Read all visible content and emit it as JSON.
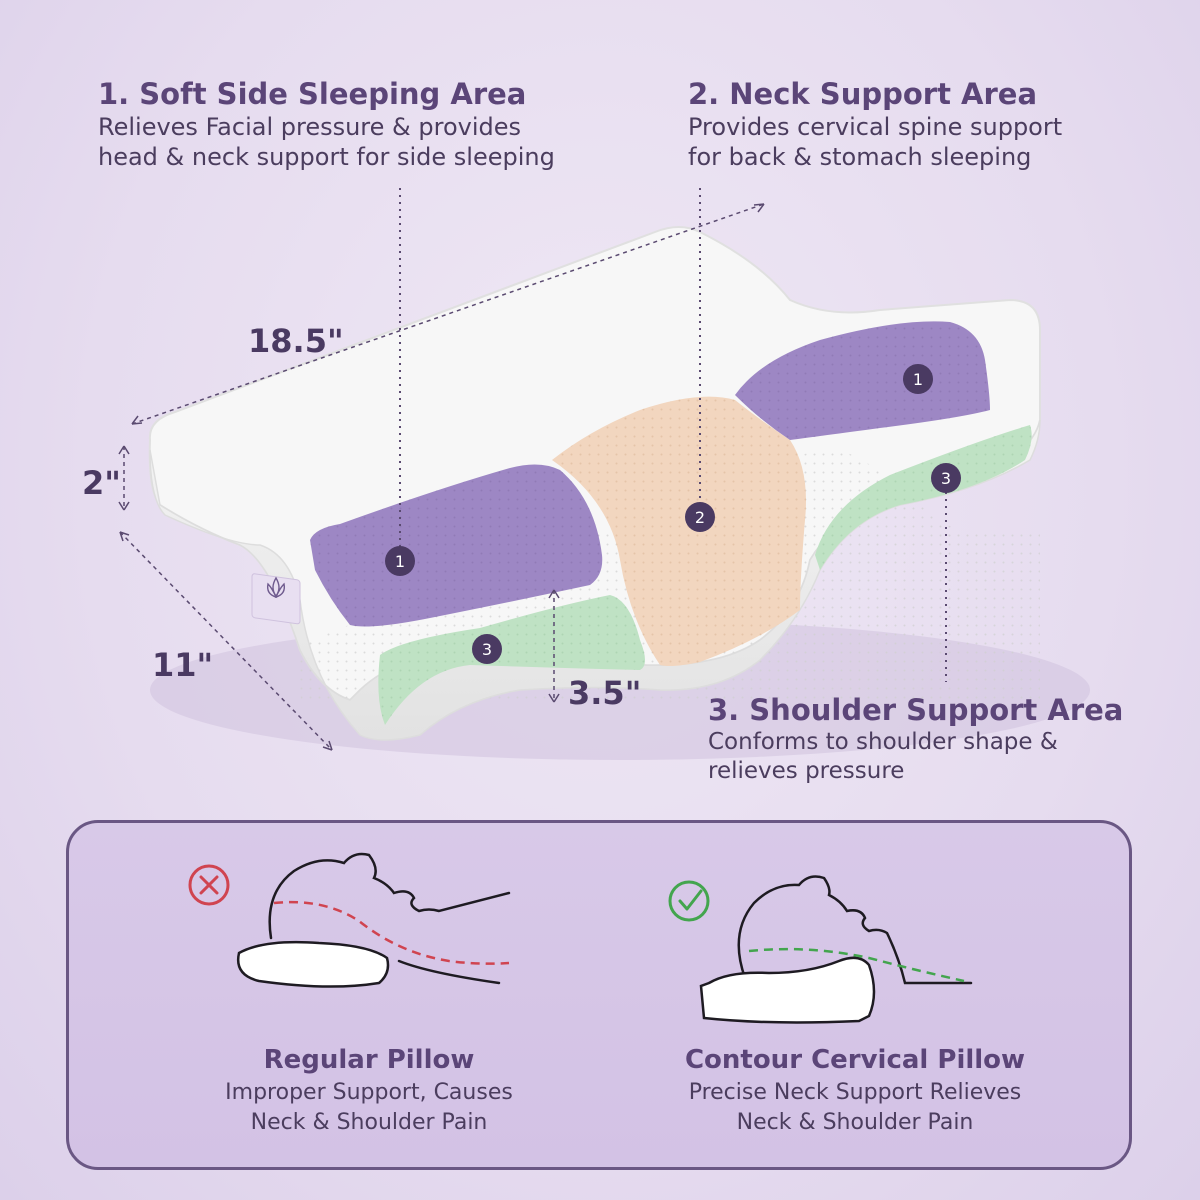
{
  "areas": [
    {
      "title": "1. Soft Side Sleeping Area",
      "desc": [
        "Relieves Facial pressure & provides",
        "head & neck support for side sleeping"
      ]
    },
    {
      "title": "2. Neck Support Area",
      "desc": [
        "Provides cervical spine support",
        "for back & stomach sleeping"
      ]
    },
    {
      "title": "3. Shoulder Support Area",
      "desc": [
        "Conforms to shoulder shape &",
        "relieves pressure"
      ]
    }
  ],
  "dimensions": {
    "length": "18.5\"",
    "height": "2\"",
    "width": "11\"",
    "shoulder_depth": "3.5\""
  },
  "markers": {
    "m1": "1",
    "m2": "2",
    "m3": "3"
  },
  "comparison": {
    "regular": {
      "title": "Regular Pillow",
      "desc": [
        "Improper Support, Causes",
        "Neck & Shoulder Pain"
      ]
    },
    "contour": {
      "title": "Contour Cervical Pillow",
      "desc": [
        "Precise Neck Support Relieves",
        "Neck & Shoulder Pain"
      ]
    }
  },
  "colors": {
    "purple_zone": "#9d87c4",
    "neck_zone": "#f2d6bf",
    "shoulder_zone": "#bfe2c4",
    "bad": "#d04450",
    "good": "#43a54e",
    "accent": "#5b4578"
  },
  "icons": [
    "lotus-icon",
    "cross-circle-icon",
    "check-circle-icon"
  ]
}
